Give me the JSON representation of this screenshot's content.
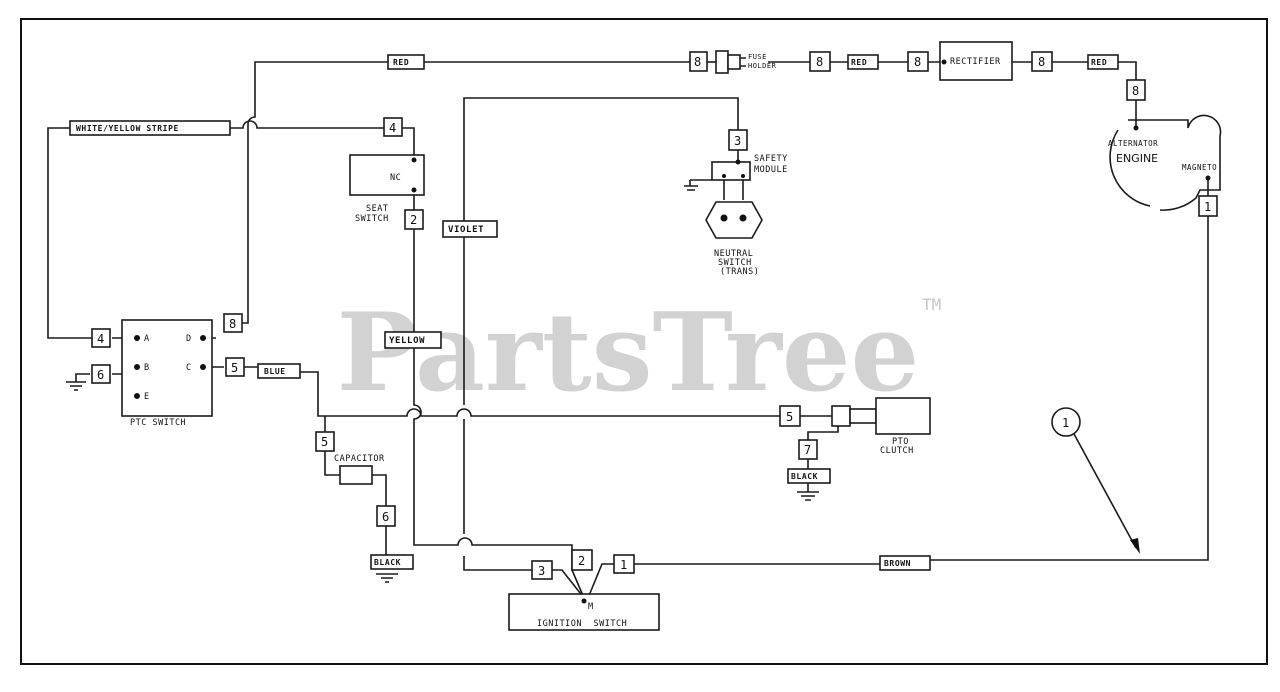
{
  "diagram": {
    "watermark": {
      "text": "PartsTree",
      "tm": "TM"
    },
    "components": {
      "ptc_switch": "PTC SWITCH",
      "ptc_terminals": {
        "a": "A",
        "b": "B",
        "c": "C",
        "d": "D",
        "e": "E"
      },
      "seat_switch": {
        "contact": "NC",
        "line1": "SEAT",
        "line2": "SWITCH"
      },
      "fuse_holder": {
        "line1": "FUSE",
        "line2": "HOLDER"
      },
      "rectifier": "RECTIFIER",
      "safety_module": {
        "line1": "SAFETY",
        "line2": "MODULE"
      },
      "neutral_switch": {
        "line1": "NEUTRAL",
        "line2": "SWITCH",
        "line3": "(TRANS)"
      },
      "engine": {
        "alternator": "ALTERNATOR",
        "label": "ENGINE",
        "magneto": "MAGNETO"
      },
      "capacitor": "CAPACITOR",
      "pto_clutch": {
        "line1": "PTO",
        "line2": "CLUTCH"
      },
      "ignition_switch": {
        "terminal": "M",
        "label": "IGNITION SWITCH"
      },
      "callout": "1"
    },
    "wire_colors": {
      "red": "RED",
      "red_fuse_rectifier": "RED",
      "red_engine": "RED",
      "white_yellow": "WHITE/YELLOW STRIPE",
      "violet": "VIOLET",
      "yellow": "YELLOW",
      "blue": "BLUE",
      "black_capacitor": "BLACK",
      "black_clutch": "BLACK",
      "brown": "BROWN"
    },
    "wire_numbers": {
      "ptc_4": "4",
      "ptc_6": "6",
      "ptc_8": "8",
      "ptc_5": "5",
      "seat_4": "4",
      "seat_2": "2",
      "fuse_8a": "8",
      "fuse_8b": "8",
      "rect_8a": "8",
      "rect_8b": "8",
      "engine_8": "8",
      "safety_3": "3",
      "magneto_1": "1",
      "cap_5": "5",
      "cap_6": "6",
      "clutch_5": "5",
      "clutch_7": "7",
      "ign_3": "3",
      "ign_2": "2",
      "ign_1": "1"
    }
  }
}
